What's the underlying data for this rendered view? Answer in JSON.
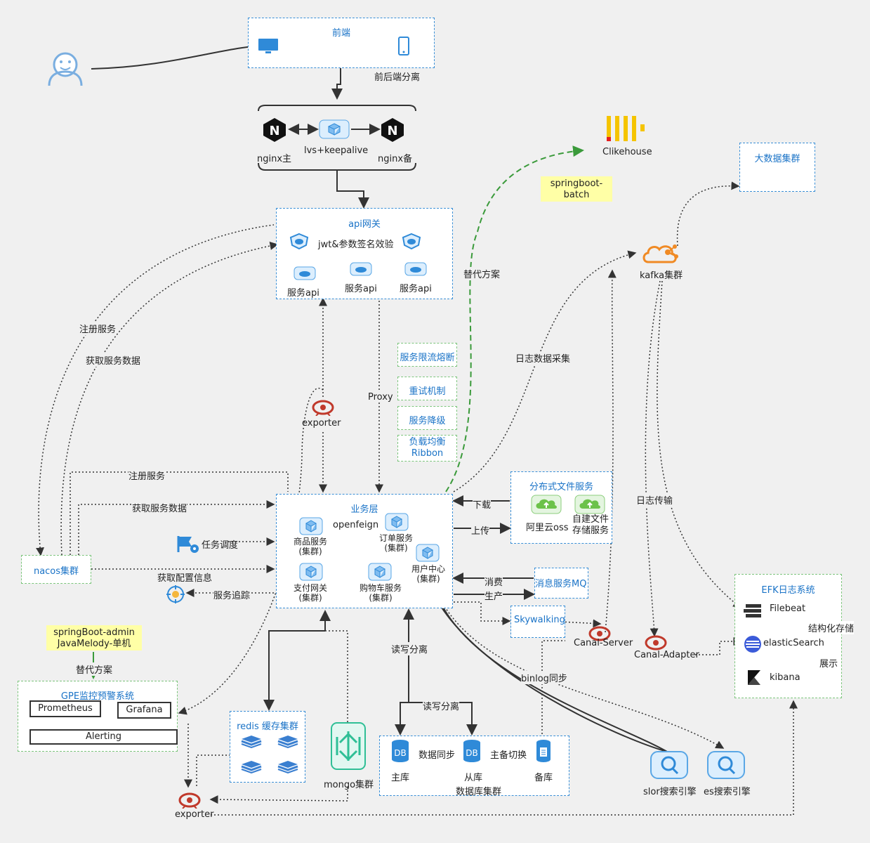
{
  "frontend": {
    "title": "前端",
    "separation": "前后端分离"
  },
  "nginx": {
    "master": "nginx主",
    "lvs": "lvs+keepalive",
    "backup": "nginx备"
  },
  "clickhouse": {
    "label": "Clikehouse"
  },
  "bigdata": {
    "title": "大数据集群"
  },
  "notes": {
    "springboot_batch": "springboot-\nbatch",
    "springboot_admin": "springBoot-admin\nJavaMelody-单机"
  },
  "gateway": {
    "title": "api网关",
    "jwt": "jwt&参数签名效验",
    "api1": "服务api",
    "api2": "服务api",
    "api3": "服务api"
  },
  "kafka": {
    "label": "kafka集群"
  },
  "labels": {
    "replace1": "替代方案",
    "register1": "注册服务",
    "fetch1": "获取服务数据",
    "log_collect": "日志数据采集",
    "proxy": "Proxy",
    "exporter_mid": "exporter",
    "register2": "注册服务",
    "fetch2": "获取服务数据",
    "task": "任务调度",
    "fetch_config": "获取配置信息",
    "trace": "服务追踪",
    "download": "下载",
    "upload": "上传",
    "consume": "消费",
    "produce": "生产",
    "log_transfer": "日志传输",
    "rw_split1": "读写分离",
    "rw_split2": "读写分离",
    "binlog": "binlog同步",
    "replace2": "替代方案",
    "structured": "结构化存储",
    "display": "展示",
    "exporter_bottom": "exporter",
    "canal_server": "Canal-Server",
    "canal_adapter": "Canal-Adapter"
  },
  "policies": [
    "服务限流熔断",
    "重试机制",
    "服务降级",
    "负载均衡\nRibbon"
  ],
  "business": {
    "title": "业务层",
    "openfeign": "openfeign",
    "goods": "商品服务\n(集群)",
    "order": "订单服务\n(集群)",
    "user": "用户中心\n(集群)",
    "pay": "支付网关\n(集群)",
    "cart": "购物车服务\n(集群)"
  },
  "file_service": {
    "title": "分布式文件服务",
    "aliyun": "阿里云oss",
    "self": "自建文件\n存储服务"
  },
  "mq": {
    "title": "消息服务MQ"
  },
  "skywalking": {
    "title": "Skywalking"
  },
  "nacos": {
    "title": "nacos集群"
  },
  "efk": {
    "title": "EFK日志系统",
    "filebeat": "Filebeat",
    "es": "elasticSearch",
    "kibana": "kibana"
  },
  "gpe": {
    "title": "GPE监控预警系统",
    "prometheus": "Prometheus",
    "grafana": "Grafana",
    "alerting": "Alerting"
  },
  "redis": {
    "title": "redis 缓存集群"
  },
  "mongo": {
    "title": "mongo集群"
  },
  "db": {
    "title": "数据库集群",
    "master": "主库",
    "slave": "从库",
    "backup": "备库",
    "sync": "数据同步",
    "switch": "主备切换",
    "db_icon": "DB"
  },
  "search": {
    "slor": "slor搜索引擎",
    "es": "es搜索引擎"
  },
  "colors": {
    "accent": "#1a73c7",
    "dash_blue": "#3a8fd6",
    "green_line": "#3a9a3a",
    "exporter_red": "#c0392b",
    "kafka_orange": "#f08a24",
    "note_yellow": "#ffffa6"
  }
}
